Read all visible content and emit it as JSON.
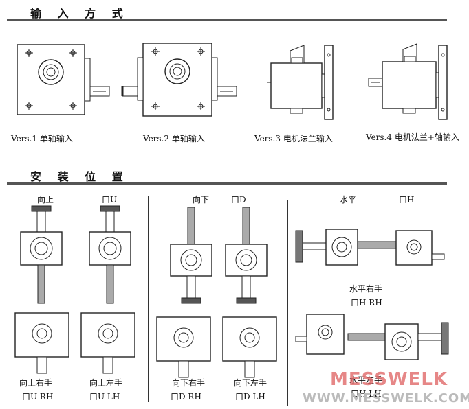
{
  "sections": {
    "input": {
      "title": "输 入 方 式"
    },
    "mount": {
      "title": "安 装 位 置"
    }
  },
  "input_versions": [
    {
      "label": "Vers.1 单轴输入"
    },
    {
      "label": "Vers.2 单轴输入"
    },
    {
      "label": "Vers.3 电机法兰输入"
    },
    {
      "label": "Vers.4 电机法兰+轴输入"
    }
  ],
  "mount": {
    "up": {
      "title": "向上",
      "code": "口U",
      "rh_a": "向上右手",
      "rh_b": "口U  RH",
      "lh_a": "向上左手",
      "lh_b": "口U  LH"
    },
    "down": {
      "title": "向下",
      "code": "口D",
      "rh_a": "向下右手",
      "rh_b": "口D  RH",
      "lh_a": "向下左手",
      "lh_b": "口D  LH"
    },
    "horizontal": {
      "title": "水平",
      "code": "口H",
      "rh_a": "水平右手",
      "rh_b": "口H  RH",
      "lh_a": "水平左手",
      "lh_b": "口H  LH"
    }
  },
  "watermark": {
    "brand": "MESSWELK",
    "url": "WWW.MESSWELK.COM",
    "color": "#e06a6a"
  }
}
